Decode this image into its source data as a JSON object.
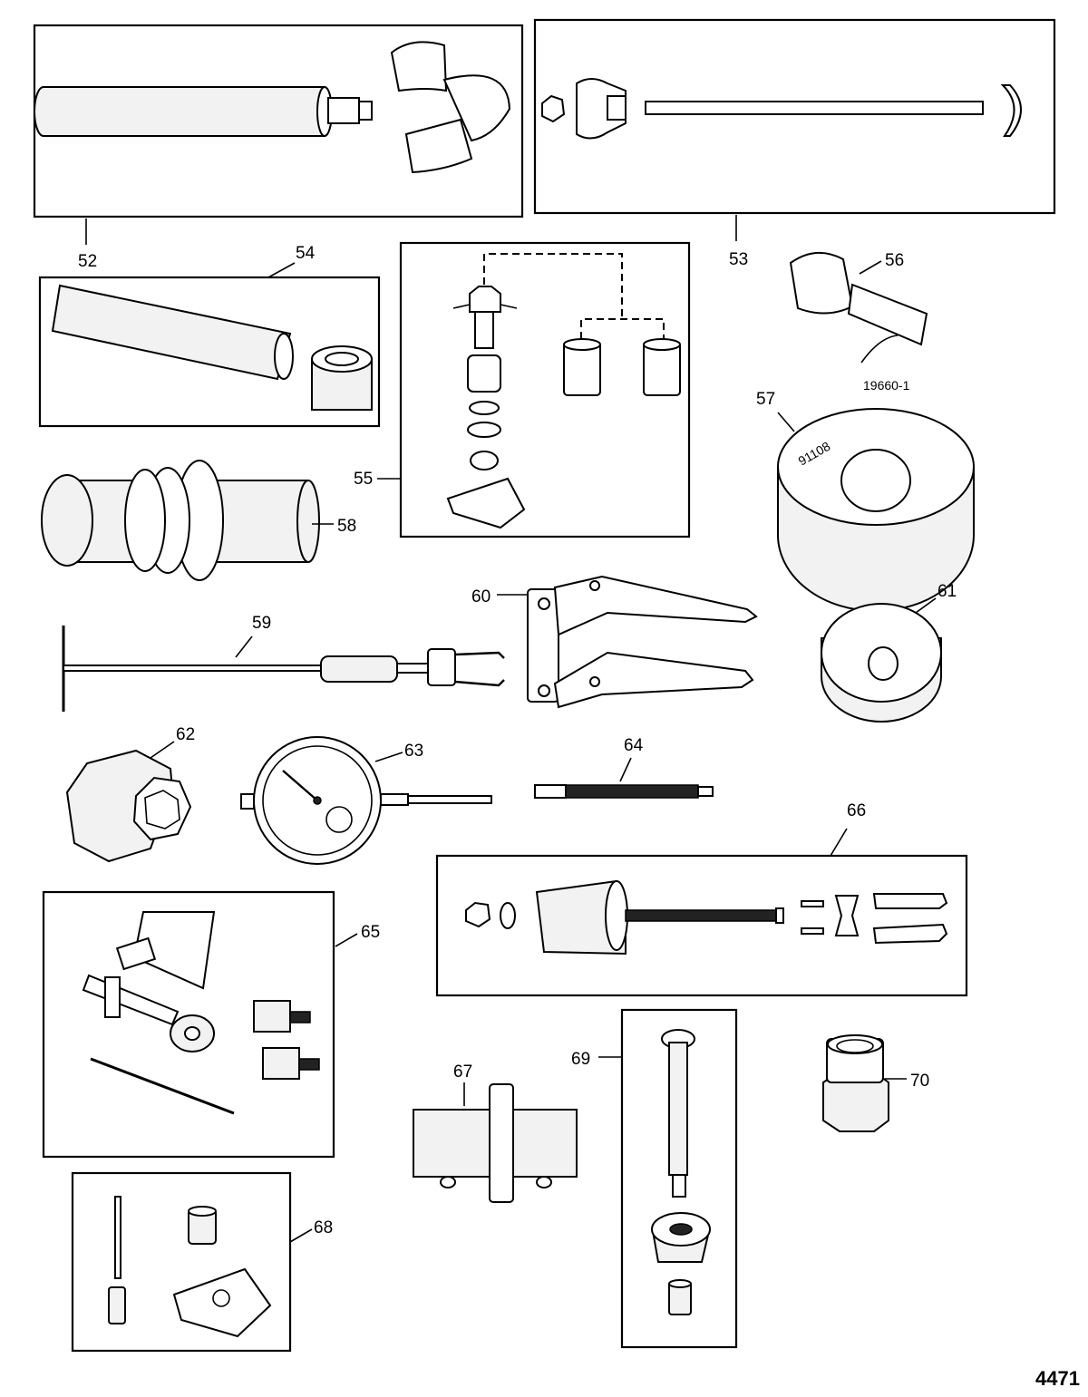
{
  "callouts": [
    {
      "id": "52",
      "text": "52"
    },
    {
      "id": "53",
      "text": "53"
    },
    {
      "id": "54",
      "text": "54"
    },
    {
      "id": "55",
      "text": "55"
    },
    {
      "id": "56",
      "text": "56"
    },
    {
      "id": "57",
      "text": "57"
    },
    {
      "id": "58",
      "text": "58"
    },
    {
      "id": "59",
      "text": "59"
    },
    {
      "id": "60",
      "text": "60"
    },
    {
      "id": "61",
      "text": "61"
    },
    {
      "id": "62",
      "text": "62"
    },
    {
      "id": "63",
      "text": "63"
    },
    {
      "id": "64",
      "text": "64"
    },
    {
      "id": "65",
      "text": "65"
    },
    {
      "id": "66",
      "text": "66"
    },
    {
      "id": "67",
      "text": "67"
    },
    {
      "id": "68",
      "text": "68"
    },
    {
      "id": "69",
      "text": "69"
    },
    {
      "id": "70",
      "text": "70"
    }
  ],
  "part_note": "19660-1",
  "stamp_57": "91108",
  "figure_number": "4471"
}
